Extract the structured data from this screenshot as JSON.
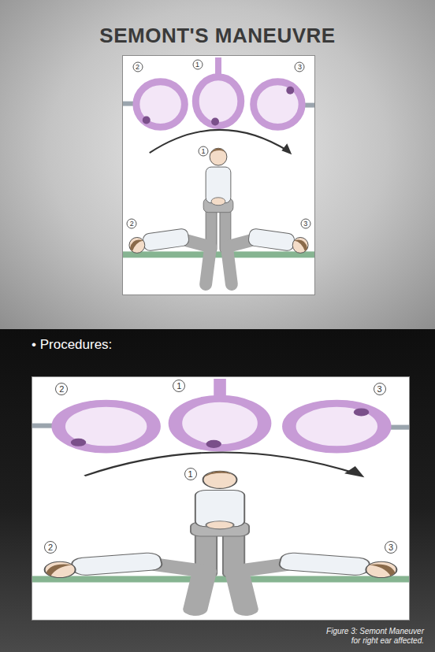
{
  "diagram": {
    "title": "SEMONT'S MANEUVRE",
    "caption": "Figure 3: Semont Maneuver for right ear affected.",
    "labels": [
      "2",
      "1",
      "3",
      "2",
      "1",
      "3",
      "2",
      "1",
      "3",
      "2",
      "1",
      "3",
      "• Procedures:"
    ]
  }
}
